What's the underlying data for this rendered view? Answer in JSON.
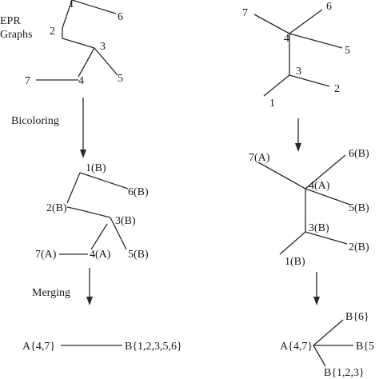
{
  "left_panel": {
    "header_line1": "EPR",
    "header_line2": "Graphs",
    "step_bicoloring": "Bicoloring",
    "step_merging": "Merging",
    "graph": {
      "n1": "1",
      "n2": "2",
      "n3": "3",
      "n4": "4",
      "n5": "5",
      "n6": "6",
      "n7": "7"
    },
    "bicolored": {
      "n1": "1(B)",
      "n2": "2(B)",
      "n3": "3(B)",
      "n4": "4(A)",
      "n5": "5(B)",
      "n6": "6(B)",
      "n7": "7(A)"
    },
    "merged": {
      "a": "A{4,7}",
      "b": "B{1,2,3,5,6}"
    }
  },
  "right_panel": {
    "graph": {
      "n1": "1",
      "n2": "2",
      "n3": "3",
      "n4": "4",
      "n5": "5",
      "n6": "6",
      "n7": "7"
    },
    "bicolored": {
      "n1": "1(B)",
      "n2": "2(B)",
      "n3": "3(B)",
      "n4": "4(A)",
      "n5": "5(B)",
      "n6": "6(B)",
      "n7": "7(A)"
    },
    "merged": {
      "a": "A{4,7}",
      "b6": "B{6}",
      "b5": "B{5",
      "b123": "B{1,2,3}"
    }
  }
}
